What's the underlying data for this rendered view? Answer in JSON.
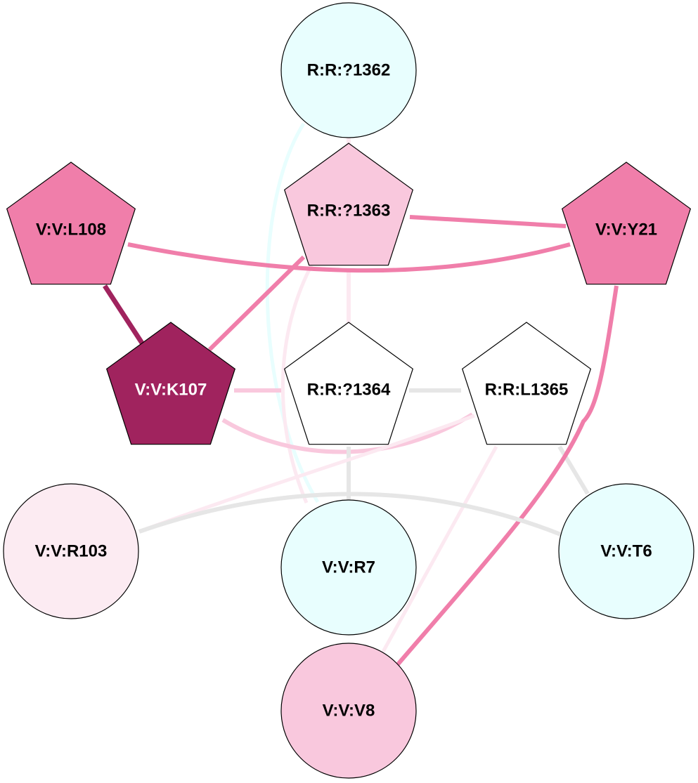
{
  "graph": {
    "type": "residue-interaction-network",
    "nodes": [
      {
        "id": "R:R:?1362",
        "label": "R:R:?1362",
        "shape": "circle",
        "fill": "#e8fefe",
        "text_color": "#000000"
      },
      {
        "id": "R:R:?1363",
        "label": "R:R:?1363",
        "shape": "pentagon",
        "fill": "#f9c8dd",
        "text_color": "#000000"
      },
      {
        "id": "V:V:L108",
        "label": "V:V:L108",
        "shape": "pentagon",
        "fill": "#f07eaa",
        "text_color": "#000000"
      },
      {
        "id": "V:V:Y21",
        "label": "V:V:Y21",
        "shape": "pentagon",
        "fill": "#f07eaa",
        "text_color": "#000000"
      },
      {
        "id": "V:V:K107",
        "label": "V:V:K107",
        "shape": "pentagon",
        "fill": "#a0235e",
        "text_color": "#ffffff"
      },
      {
        "id": "R:R:?1364",
        "label": "R:R:?1364",
        "shape": "pentagon",
        "fill": "#ffffff",
        "text_color": "#000000"
      },
      {
        "id": "R:R:L1365",
        "label": "R:R:L1365",
        "shape": "pentagon",
        "fill": "#ffffff",
        "text_color": "#000000"
      },
      {
        "id": "V:V:R103",
        "label": "V:V:R103",
        "shape": "circle",
        "fill": "#fcebf2",
        "text_color": "#000000"
      },
      {
        "id": "V:V:R7",
        "label": "V:V:R7",
        "shape": "circle",
        "fill": "#e8fefe",
        "text_color": "#000000"
      },
      {
        "id": "V:V:T6",
        "label": "V:V:T6",
        "shape": "circle",
        "fill": "#e8fefe",
        "text_color": "#000000"
      },
      {
        "id": "V:V:V8",
        "label": "V:V:V8",
        "shape": "circle",
        "fill": "#f9c8dd",
        "text_color": "#000000"
      }
    ],
    "edges": [
      {
        "source": "R:R:?1362",
        "target": "R:R:?1363",
        "color": "#fce9f1"
      },
      {
        "source": "R:R:?1362",
        "target": "V:V:R7",
        "color": "#e8fefe"
      },
      {
        "source": "R:R:?1363",
        "target": "V:V:Y21",
        "color": "#f07eaa"
      },
      {
        "source": "R:R:?1363",
        "target": "V:V:K107",
        "color": "#f07eaa"
      },
      {
        "source": "R:R:?1363",
        "target": "R:R:?1364",
        "color": "#fce9f1"
      },
      {
        "source": "R:R:?1363",
        "target": "V:V:R7",
        "color": "#fce9f1"
      },
      {
        "source": "V:V:L108",
        "target": "V:V:Y21",
        "color": "#f07eaa"
      },
      {
        "source": "V:V:L108",
        "target": "V:V:K107",
        "color": "#a0235e"
      },
      {
        "source": "V:V:K107",
        "target": "R:R:?1364",
        "color": "#f9c8dd"
      },
      {
        "source": "V:V:K107",
        "target": "R:R:L1365",
        "color": "#f9c8dd"
      },
      {
        "source": "R:R:?1364",
        "target": "R:R:L1365",
        "color": "#e6e6e6"
      },
      {
        "source": "R:R:?1364",
        "target": "V:V:R7",
        "color": "#e6e6e6"
      },
      {
        "source": "R:R:L1365",
        "target": "V:V:R103",
        "color": "#fce9f1"
      },
      {
        "source": "R:R:L1365",
        "target": "V:V:T6",
        "color": "#e6e6e6"
      },
      {
        "source": "R:R:L1365",
        "target": "V:V:V8",
        "color": "#fce9f1"
      },
      {
        "source": "V:V:Y21",
        "target": "V:V:V8",
        "color": "#f07eaa"
      },
      {
        "source": "V:V:R103",
        "target": "V:V:T6",
        "color": "#e6e6e6"
      }
    ]
  }
}
